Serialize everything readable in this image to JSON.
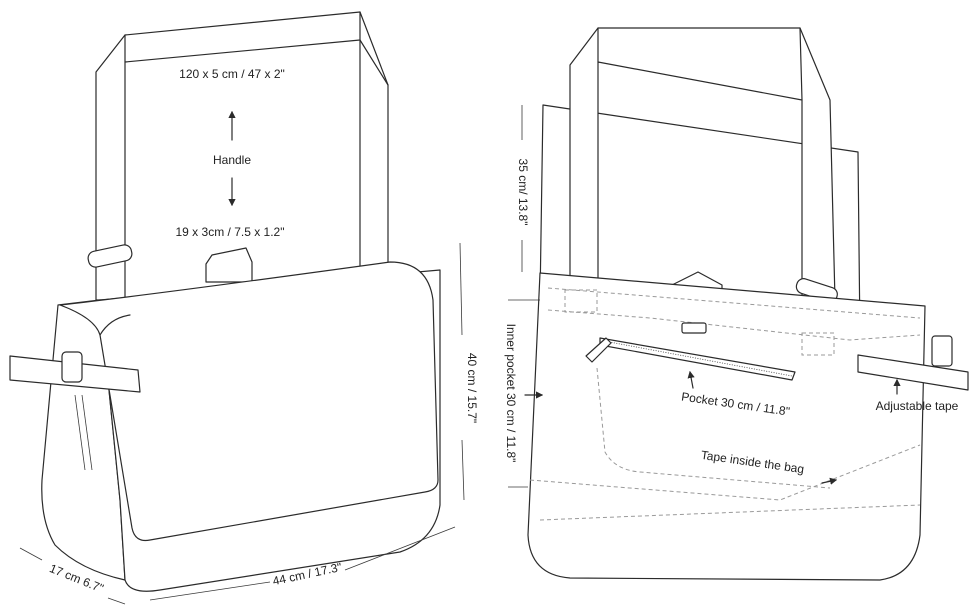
{
  "left_bag": {
    "handle_label": "Handle",
    "strap_length": "120 x 5 cm / 47 x 2\"",
    "handle_size": "19 x 3cm / 7.5 x 1.2\"",
    "height": "40 cm / 15.7\"",
    "width": "44 cm / 17.3\"",
    "depth": "17 cm 6.7\""
  },
  "right_bag": {
    "handle_drop": "35 cm/ 13.8\"",
    "inner_pocket": "Inner pocket 30 cm / 11.8\"",
    "pocket": "Pocket  30 cm / 11.8\"",
    "tape_inside": "Tape inside the bag",
    "adjustable_tape": "Adjustable tape"
  }
}
